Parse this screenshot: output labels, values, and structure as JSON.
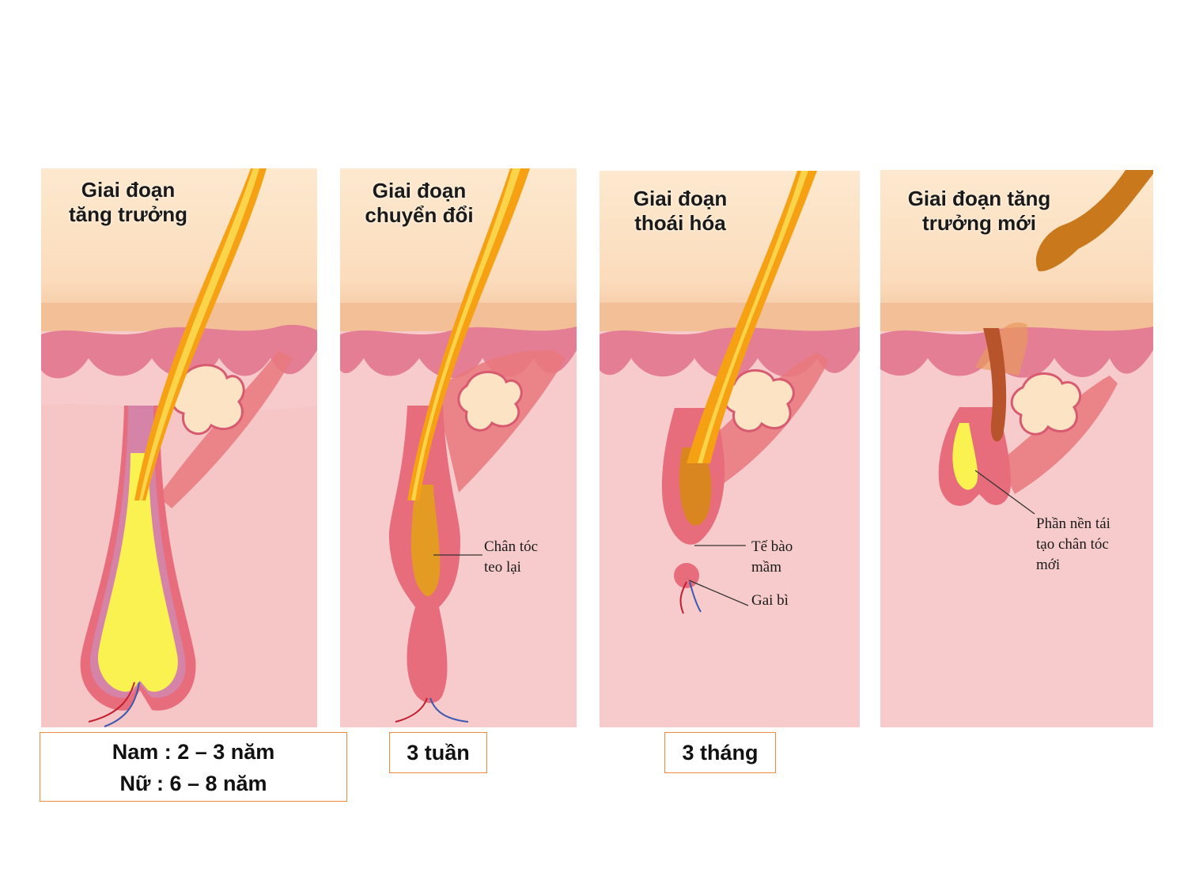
{
  "stages": [
    {
      "title_line1": "Giai đoạn",
      "title_line2": "tăng trưởng",
      "duration_line1": "Nam : 2 – 3 năm",
      "duration_line2": "Nữ : 6 – 8 năm"
    },
    {
      "title_line1": "Giai đoạn",
      "title_line2": "chuyển đổi",
      "note_line1": "Chân tóc",
      "note_line2": "teo lại",
      "duration": "3 tuần"
    },
    {
      "title_line1": "Giai đoạn",
      "title_line2": "thoái hóa",
      "note1_line1": "Tế bào",
      "note1_line2": "mầm",
      "note2": "Gai bì",
      "duration": "3 tháng"
    },
    {
      "title_line1": "Giai đoạn tăng",
      "title_line2": "trưởng mới",
      "note_line1": "Phần nền tái",
      "note_line2": "tạo chân tóc",
      "note_line3": "mới"
    }
  ],
  "colors": {
    "epidermis_top": "#fce6c8",
    "skin_band": "#f6c7a0",
    "papillae": "#e57f94",
    "dermis": "#f6c6c2",
    "hair_shaft": "#f6a114",
    "bulb": "#f9f250",
    "follicle": "#e96d7d",
    "duration_border": "#f08a3a"
  }
}
